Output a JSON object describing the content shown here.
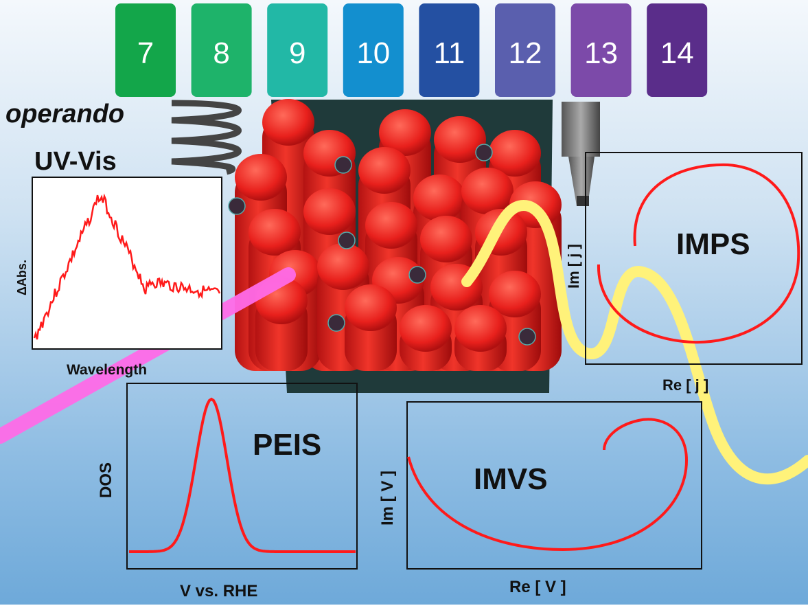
{
  "ph_scale": {
    "labels": [
      "7",
      "8",
      "9",
      "10",
      "11",
      "12",
      "13",
      "14"
    ],
    "colors": [
      "#13a64a",
      "#1eb36a",
      "#22b8a6",
      "#138fcf",
      "#2450a2",
      "#5a5fae",
      "#7c4aa9",
      "#5a2d8a"
    ]
  },
  "technique": {
    "line1": "operando",
    "line2": "UV-Vis"
  },
  "uvvis_plot": {
    "ylabel": "ΔAbs.",
    "xlabel": "Wavelength"
  },
  "peis_plot": {
    "title": "PEIS",
    "ylabel": "DOS",
    "xlabel": "V vs. RHE"
  },
  "imvs_plot": {
    "title": "IMVS",
    "ylabel": "Im [ V ]",
    "xlabel": "Re [ V ]"
  },
  "imps_plot": {
    "title": "IMPS",
    "ylabel": "Im [ j ]",
    "xlabel": "Re [ j ]"
  },
  "colors": {
    "curve": "#ff1a1a",
    "light_beam": "#ff6be8",
    "wave": "#fff27a",
    "rods": "#e8201c",
    "substrate": "#1f3a3a"
  }
}
